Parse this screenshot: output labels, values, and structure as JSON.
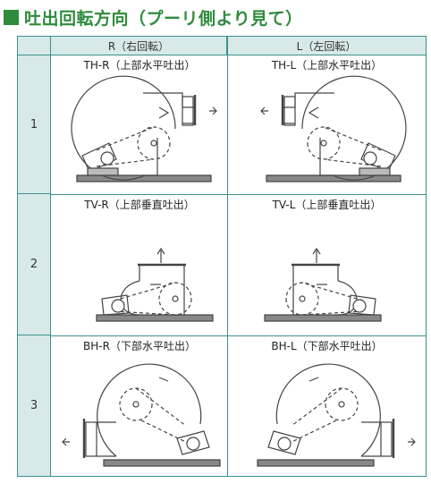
{
  "title": "吐出回転方向（プーリ側より見て）",
  "columns": {
    "corner": "",
    "right": "R（右回転）",
    "left": "L（左回転）"
  },
  "rows": [
    {
      "number": "1",
      "right_caption": "TH-R（上部水平吐出）",
      "left_caption": "TH-L（上部水平吐出）"
    },
    {
      "number": "2",
      "right_caption": "TV-R（上部垂直吐出）",
      "left_caption": "TV-L（上部垂直吐出）"
    },
    {
      "number": "3",
      "right_caption": "BH-R（下部水平吐出）",
      "left_caption": "BH-L（下部水平吐出）"
    }
  ],
  "colors": {
    "accent": "#2e8b3c",
    "header_bg": "#d7eae9",
    "border": "#3c8f8c",
    "line": "#444444"
  }
}
